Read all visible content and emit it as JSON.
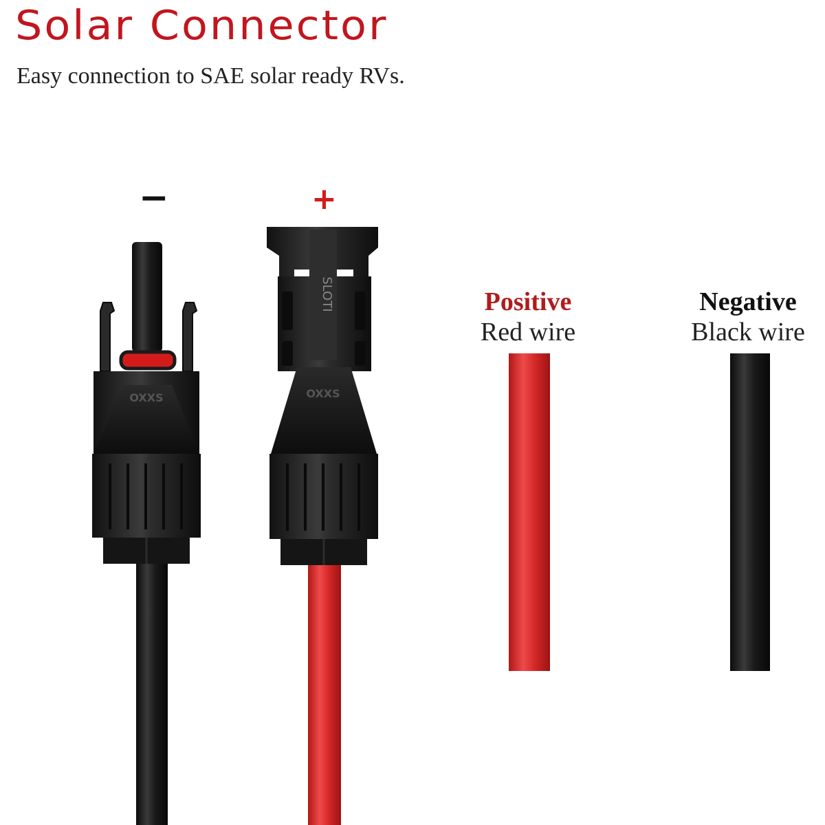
{
  "title": "Solar Connector",
  "subtitle": "Easy connection to SAE solar ready RVs.",
  "connectors": {
    "negative_symbol": "−",
    "positive_symbol": "+",
    "brand_text": "OXXS",
    "female_marking": "SLOTI"
  },
  "wires": {
    "positive": {
      "kind": "Positive",
      "desc": "Red wire",
      "color": "#d42a2a"
    },
    "negative": {
      "kind": "Negative",
      "desc": "Black wire",
      "color": "#1a1a1a"
    }
  },
  "colors": {
    "title": "#c1161e",
    "connector_body": "#1c1c1c",
    "red_wire": "#d42a2a",
    "black_wire": "#1a1a1a",
    "o_ring": "#d21c1c"
  }
}
